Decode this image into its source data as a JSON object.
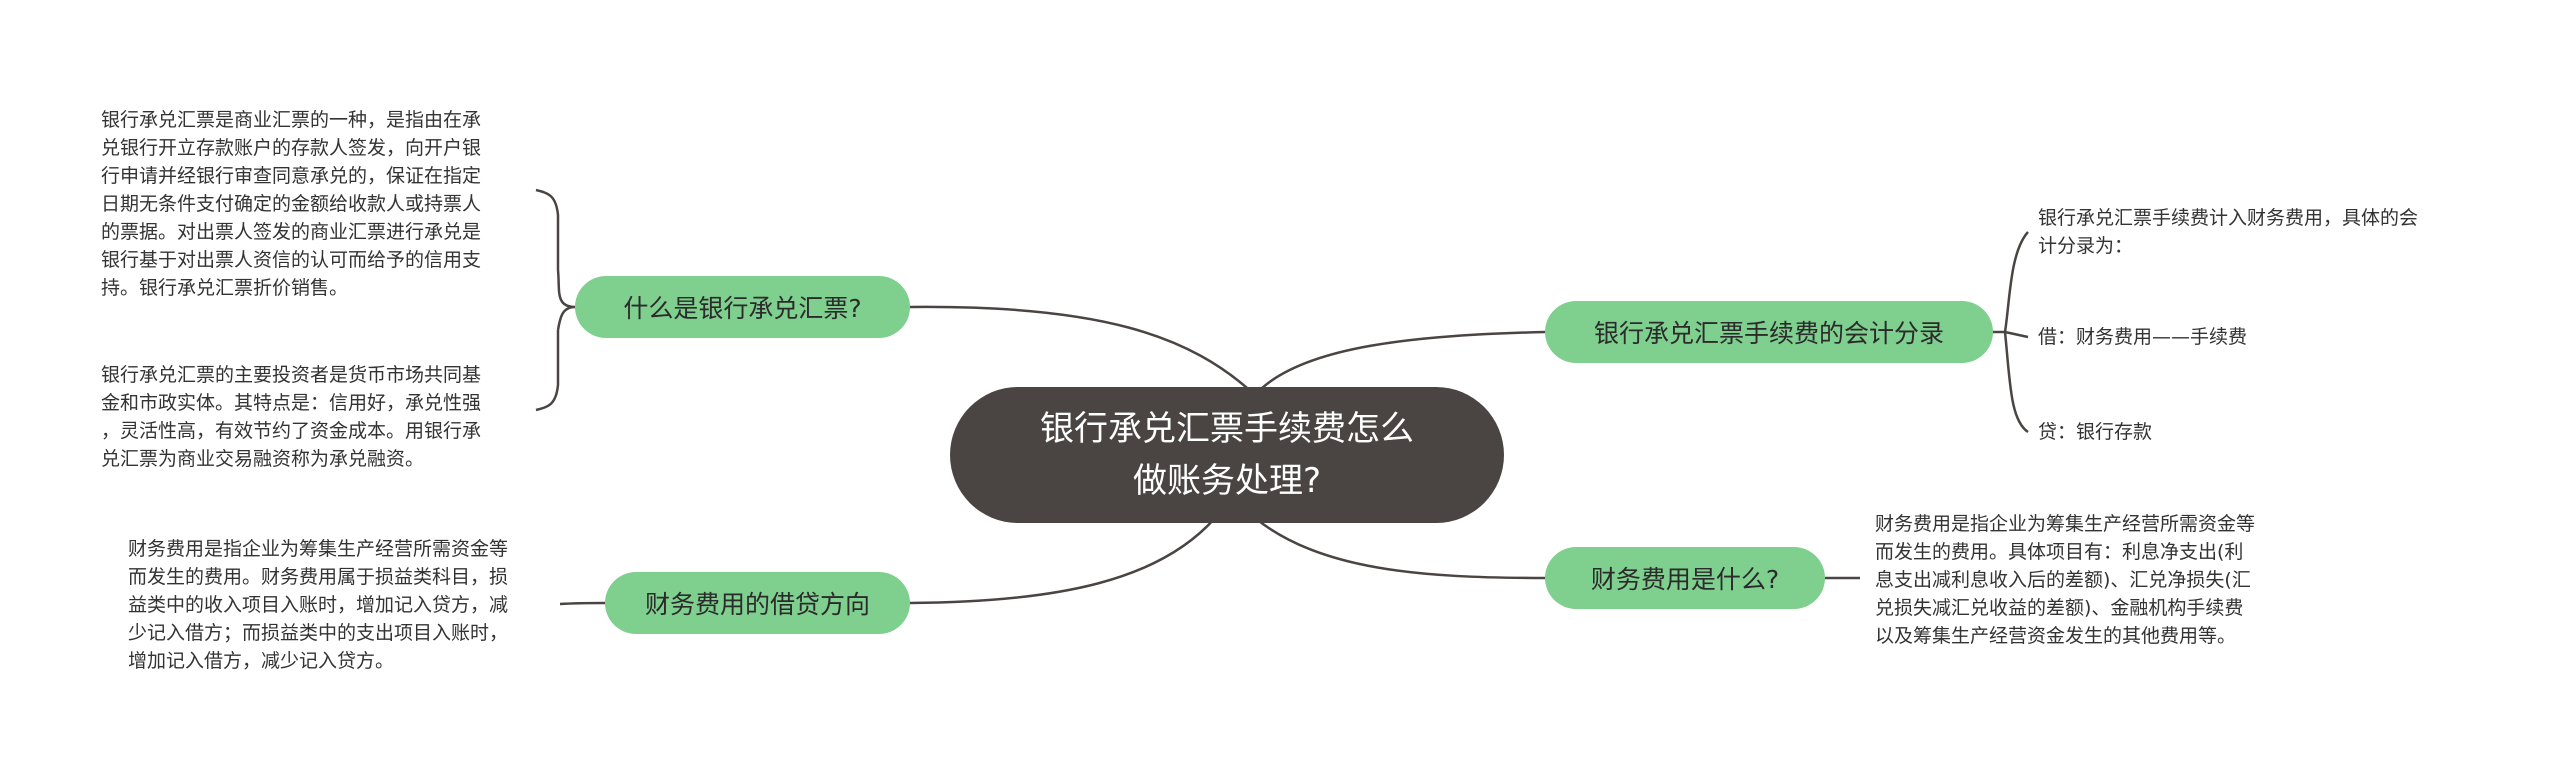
{
  "center": {
    "text_line1": "银行承兑汇票手续费怎么",
    "text_line2": "做账务处理?"
  },
  "branches": {
    "what_is": {
      "label": "什么是银行承兑汇票?",
      "notes": [
        [
          "银行承兑汇票是商业汇票的一种，是指由在承",
          "兑银行开立存款账户的存款人签发，向开户银",
          "行申请并经银行审查同意承兑的，保证在指定",
          "日期无条件支付确定的金额给收款人或持票人",
          "的票据。对出票人签发的商业汇票进行承兑是",
          "银行基于对出票人资信的认可而给予的信用支",
          "持。银行承兑汇票折价销售。"
        ],
        [
          "银行承兑汇票的主要投资者是货币市场共同基",
          "金和市政实体。其特点是：信用好，承兑性强",
          "，灵活性高，有效节约了资金成本。用银行承",
          "兑汇票为商业交易融资称为承兑融资。"
        ]
      ]
    },
    "entry": {
      "label": "银行承兑汇票手续费的会计分录",
      "notes": [
        [
          "银行承兑汇票手续费计入财务费用，具体的会",
          "计分录为："
        ],
        [
          "借：财务费用——手续费"
        ],
        [
          "贷：银行存款"
        ]
      ]
    },
    "direction": {
      "label": "财务费用的借贷方向",
      "notes": [
        [
          "财务费用是指企业为筹集生产经营所需资金等",
          "而发生的费用。财务费用属于损益类科目，损",
          "益类中的收入项目入账时，增加记入贷方，减",
          "少记入借方；而损益类中的支出项目入账时，",
          "增加记入借方，减少记入贷方。"
        ]
      ]
    },
    "what_expense": {
      "label": "财务费用是什么?",
      "notes": [
        [
          "财务费用是指企业为筹集生产经营所需资金等",
          "而发生的费用。具体项目有：利息净支出(利",
          "息支出减利息收入后的差额)、汇兑净损失(汇",
          "兑损失减汇兑收益的差额)、金融机构手续费",
          "以及筹集生产经营资金发生的其他费用等。"
        ]
      ]
    }
  },
  "colors": {
    "center_fill": "#4a4543",
    "node_fill": "#7fcf8f",
    "line": "#4a4543"
  }
}
